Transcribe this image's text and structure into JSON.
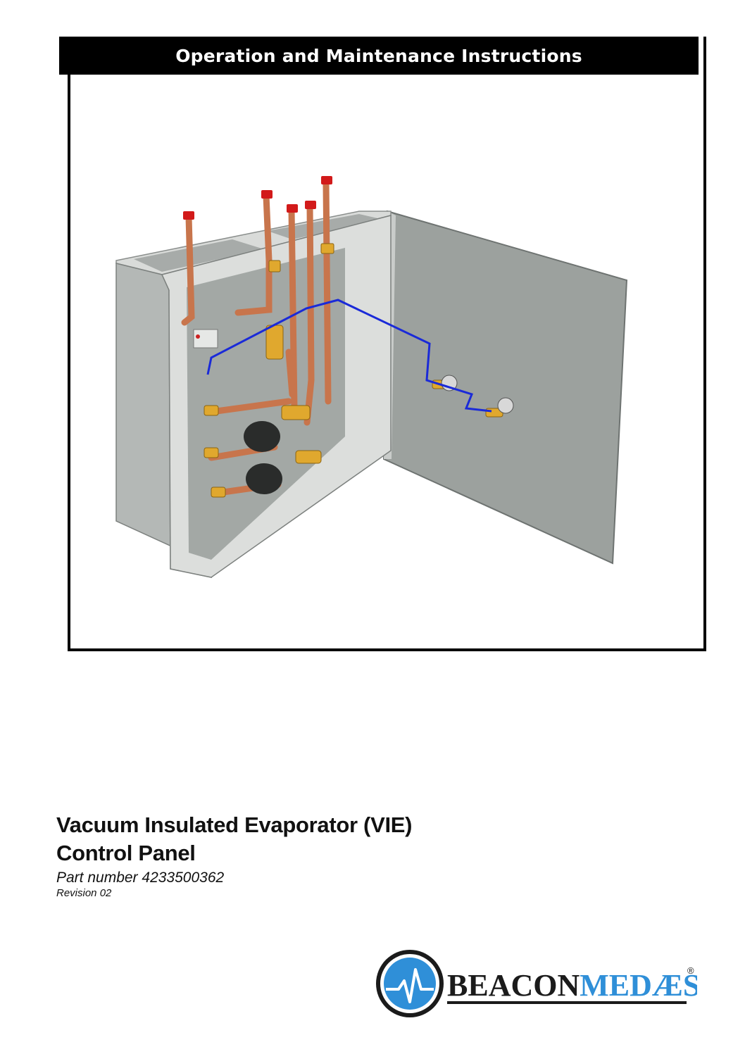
{
  "header": {
    "title": "Operation and Maintenance Instructions"
  },
  "document": {
    "title_line1": "Vacuum Insulated Evaporator (VIE)",
    "title_line2": "Control Panel",
    "part_number": "Part number 4233500362",
    "revision": "Revision 02"
  },
  "logo": {
    "brand_part1": "BEACON",
    "brand_part2": "MEDÆS",
    "registered": "®"
  },
  "colors": {
    "cabinet": "#9ea3a0",
    "cabinet_light": "#d8dad8",
    "copper": "#c8754c",
    "brass": "#e0a82e",
    "wire": "#1a2ad8",
    "cap": "#d21a1a",
    "logo_blue": "#2f8fd8",
    "logo_dark": "#1b1b1b"
  },
  "icons": {
    "logo_mark": "heartbeat-circle-icon"
  }
}
